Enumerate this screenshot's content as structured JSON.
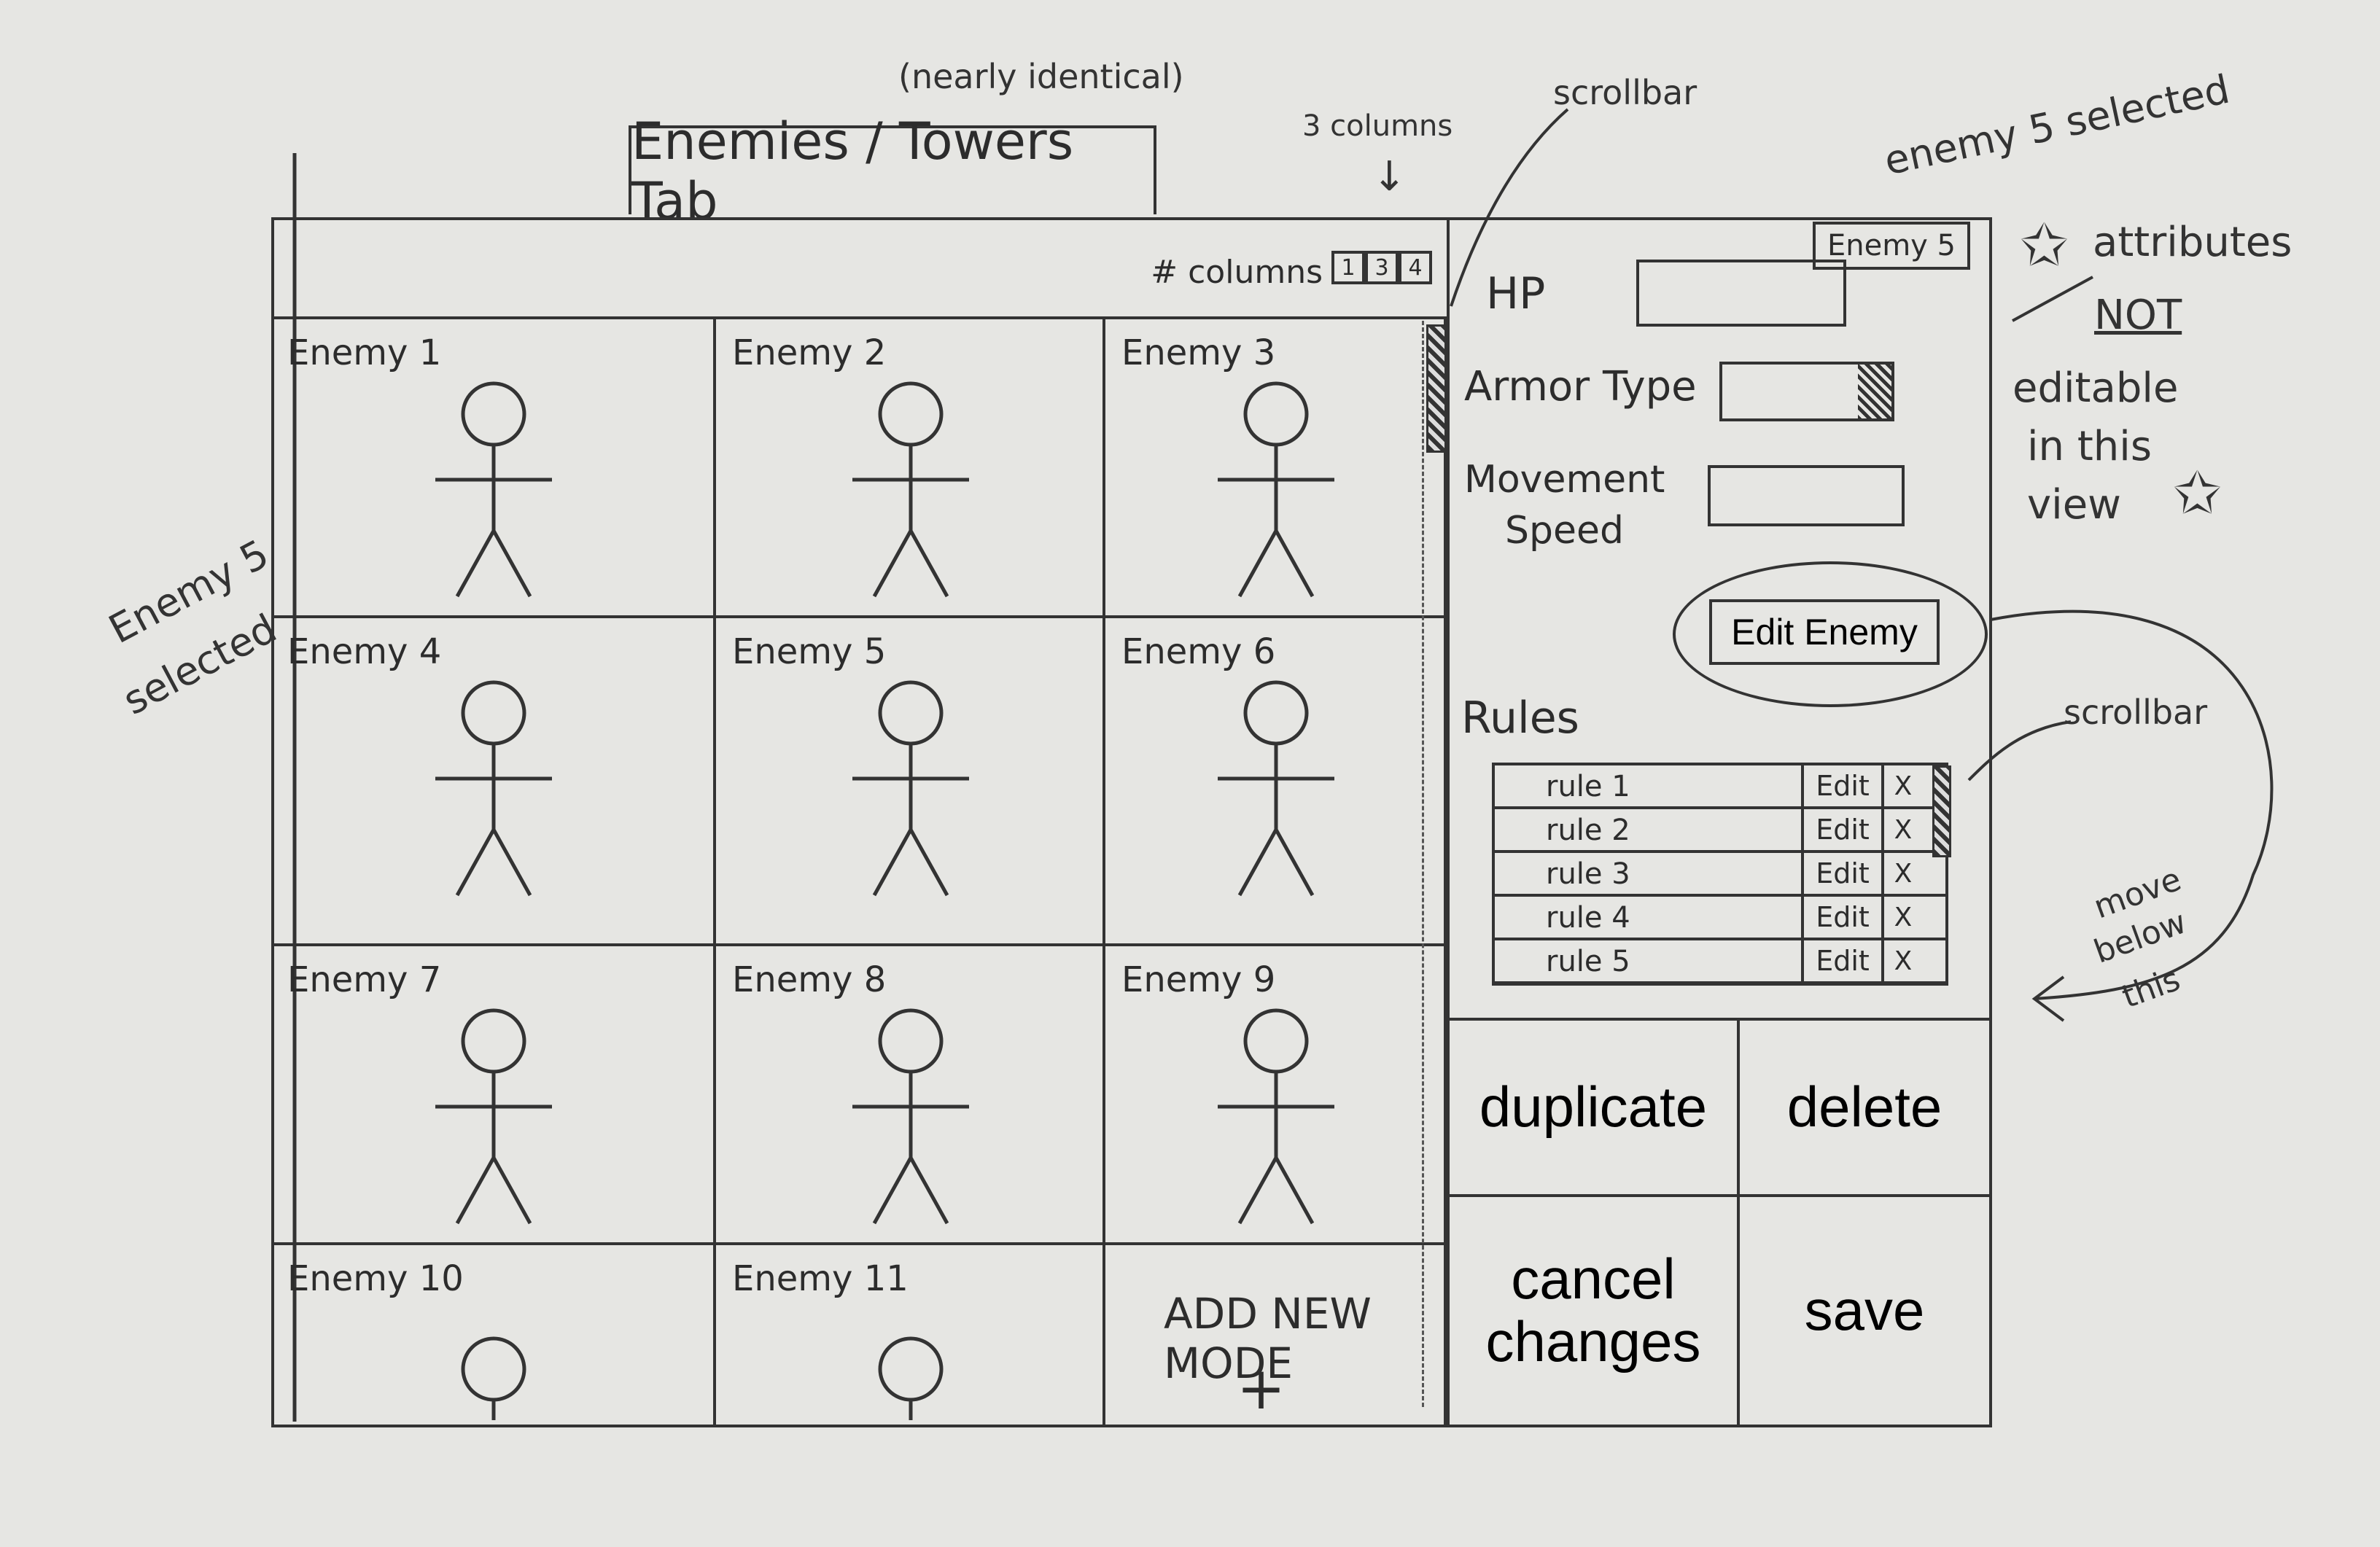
{
  "annotations": {
    "nearly_identical": "(nearly identical)",
    "three_columns": "3 columns",
    "scrollbar_top": "scrollbar",
    "enemy5_selected_right": "enemy 5 selected",
    "attributes_not_editable": [
      "attributes",
      "NOT",
      "editable",
      "in this",
      "view"
    ],
    "enemy5_selected_left": [
      "Enemy 5",
      "selected"
    ],
    "scrollbar_rules": "scrollbar",
    "move_below_this": [
      "move",
      "below",
      "this"
    ]
  },
  "tab": {
    "title": "Enemies / Towers Tab"
  },
  "toolbar": {
    "columns_label": "# columns",
    "column_options": [
      "1",
      "3",
      "4"
    ]
  },
  "grid": {
    "cells": [
      {
        "label": "Enemy 1"
      },
      {
        "label": "Enemy 2"
      },
      {
        "label": "Enemy 3"
      },
      {
        "label": "Enemy 4"
      },
      {
        "label": "Enemy 5"
      },
      {
        "label": "Enemy 6"
      },
      {
        "label": "Enemy 7"
      },
      {
        "label": "Enemy 8"
      },
      {
        "label": "Enemy 9"
      },
      {
        "label": "Enemy 10"
      },
      {
        "label": "Enemy 11"
      }
    ],
    "add_new": "ADD NEW MODE",
    "add_symbol": "+"
  },
  "details": {
    "selected_name": "Enemy 5",
    "hp_label": "HP",
    "armor_label": "Armor Type",
    "movement_label_1": "Movement",
    "movement_label_2": "Speed",
    "edit_enemy_label": "Edit Enemy",
    "rules_label": "Rules",
    "rules": [
      {
        "name": "rule 1",
        "edit": "Edit",
        "delete": "X"
      },
      {
        "name": "rule 2",
        "edit": "Edit",
        "delete": "X"
      },
      {
        "name": "rule 3",
        "edit": "Edit",
        "delete": "X"
      },
      {
        "name": "rule 4",
        "edit": "Edit",
        "delete": "X"
      },
      {
        "name": "rule 5",
        "edit": "Edit",
        "delete": "X"
      }
    ]
  },
  "actions": {
    "duplicate": "duplicate",
    "delete": "delete",
    "cancel": "cancel changes",
    "save": "save"
  }
}
